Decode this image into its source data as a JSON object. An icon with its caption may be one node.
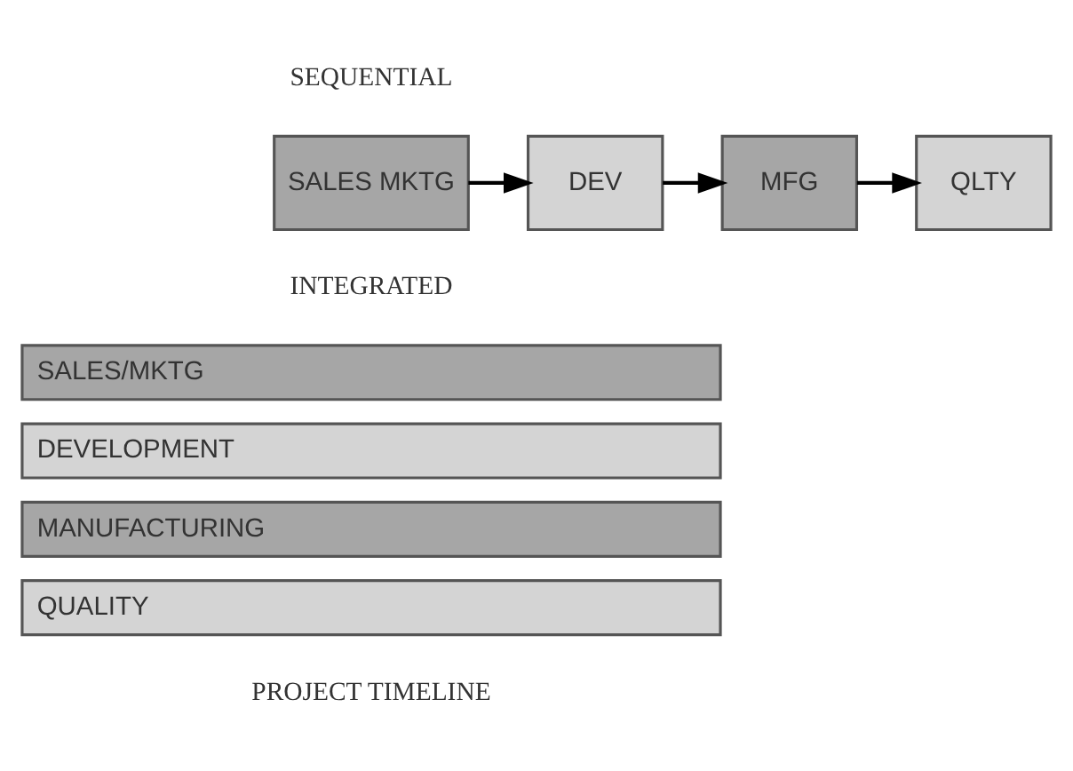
{
  "diagram": {
    "nodes": [
      {
        "text": [
          "SALES MKTG"
        ]
      },
      {
        "text": [
          "DEV"
        ]
      },
      {
        "text": [
          "MFG"
        ]
      },
      {
        "text": [
          "QLTY"
        ]
      },
      {
        "text": [
          "SALES/MKTG"
        ]
      },
      {
        "text": [
          "DEVELOPMENT"
        ]
      },
      {
        "text": [
          "MANUFACTURING"
        ]
      },
      {
        "text": [
          "QUALITY"
        ]
      }
    ],
    "edges": [
      {
        "from": 0,
        "to": 1,
        "arrow": "to"
      },
      {
        "from": 1,
        "to": 2,
        "arrow": "to"
      },
      {
        "from": 2,
        "to": 3,
        "arrow": "to"
      }
    ],
    "labels": [
      "SEQUENTIAL",
      "INTEGRATED",
      "PROJECT TIMELINE"
    ]
  }
}
